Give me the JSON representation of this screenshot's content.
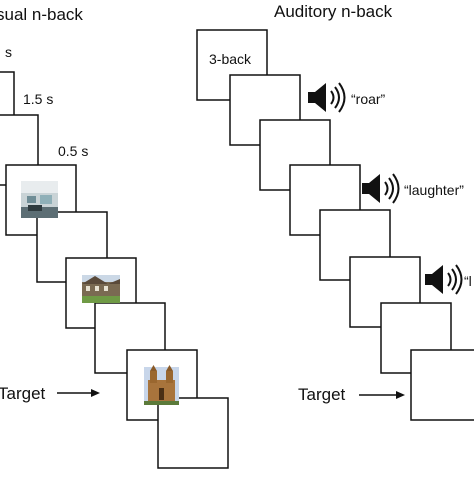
{
  "visual": {
    "title": "sual n-back",
    "time_partial": "s",
    "time_long": "1.5 s",
    "time_short": "0.5 s",
    "target_label": "Target",
    "images": [
      "room-photo-icon",
      "house-photo-icon",
      "cathedral-photo-icon"
    ]
  },
  "auditory": {
    "title": "Auditory n-back",
    "condition_label": "3-back",
    "words": [
      "“roar”",
      "“laughter”",
      "“l"
    ],
    "target_label": "Target",
    "speaker_icon": "speaker-icon"
  }
}
